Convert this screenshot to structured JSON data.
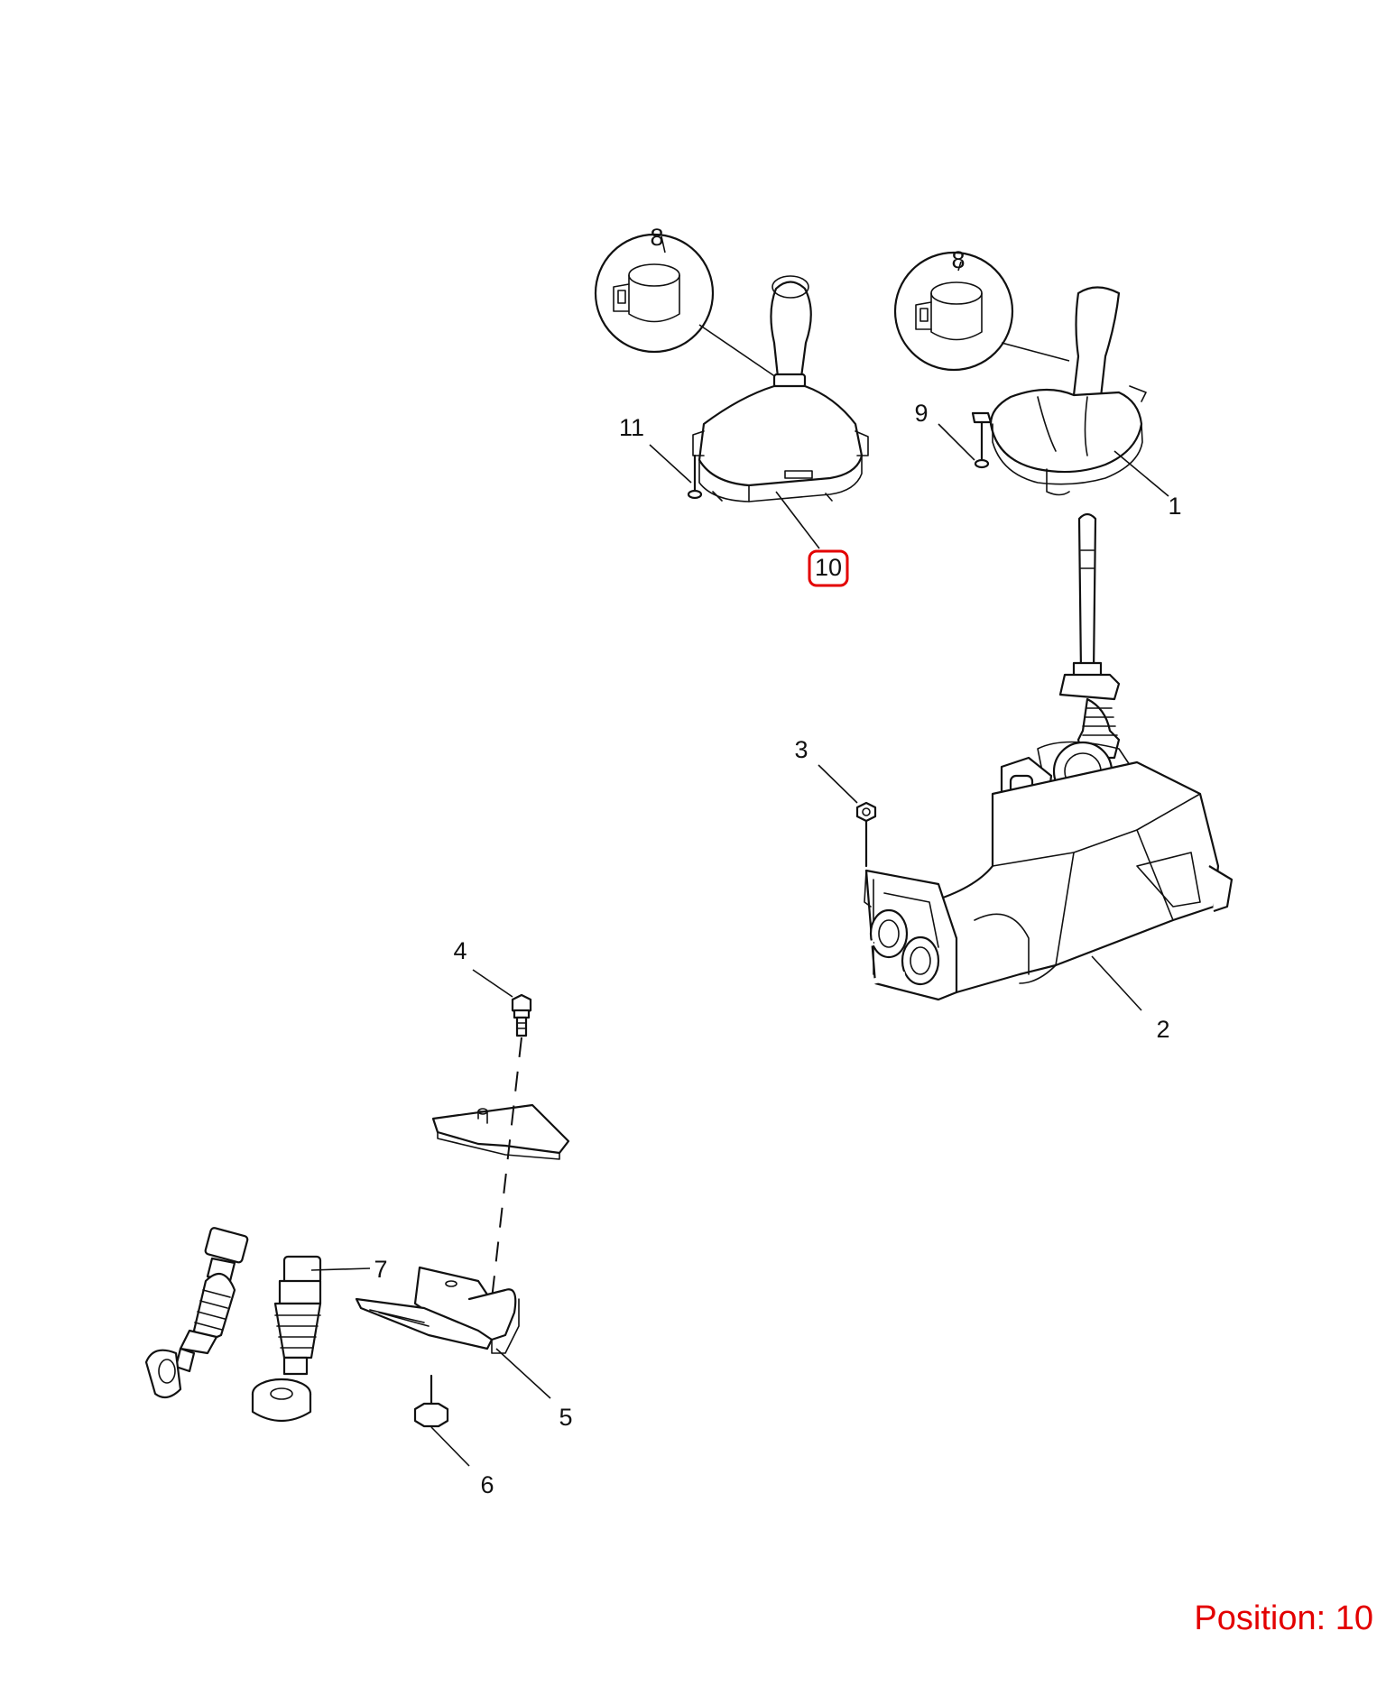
{
  "callouts": [
    {
      "id": "1",
      "label": "1"
    },
    {
      "id": "2",
      "label": "2"
    },
    {
      "id": "3",
      "label": "3"
    },
    {
      "id": "4",
      "label": "4"
    },
    {
      "id": "5",
      "label": "5"
    },
    {
      "id": "6",
      "label": "6"
    },
    {
      "id": "7",
      "label": "7"
    },
    {
      "id": "8a",
      "label": "8"
    },
    {
      "id": "8b",
      "label": "8"
    },
    {
      "id": "9",
      "label": "9"
    },
    {
      "id": "10",
      "label": "10"
    },
    {
      "id": "11",
      "label": "11"
    }
  ],
  "highlight": {
    "callout": "10",
    "color": "#e30000"
  },
  "position_label": "Position: 10"
}
